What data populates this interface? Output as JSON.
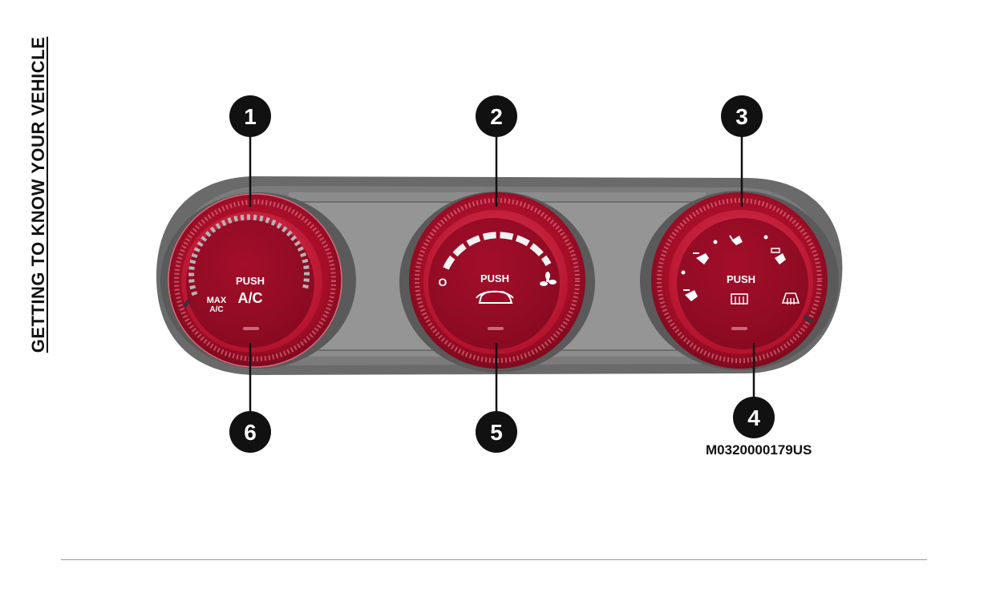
{
  "side_header": "GETTING TO KNOW YOUR VEHICLE",
  "figure_code": "M0320000179US",
  "callouts": [
    "1",
    "2",
    "3",
    "4",
    "5",
    "6"
  ],
  "knob_left": {
    "push": "PUSH",
    "ac": "A/C",
    "max_line1": "MAX",
    "max_line2": "A/C"
  },
  "knob_center": {
    "push": "PUSH",
    "off": "O"
  },
  "knob_right": {
    "push": "PUSH"
  },
  "colors": {
    "knob_red": "#b3112c",
    "panel_gray": "#6e6e6e",
    "callout": "#111111"
  }
}
